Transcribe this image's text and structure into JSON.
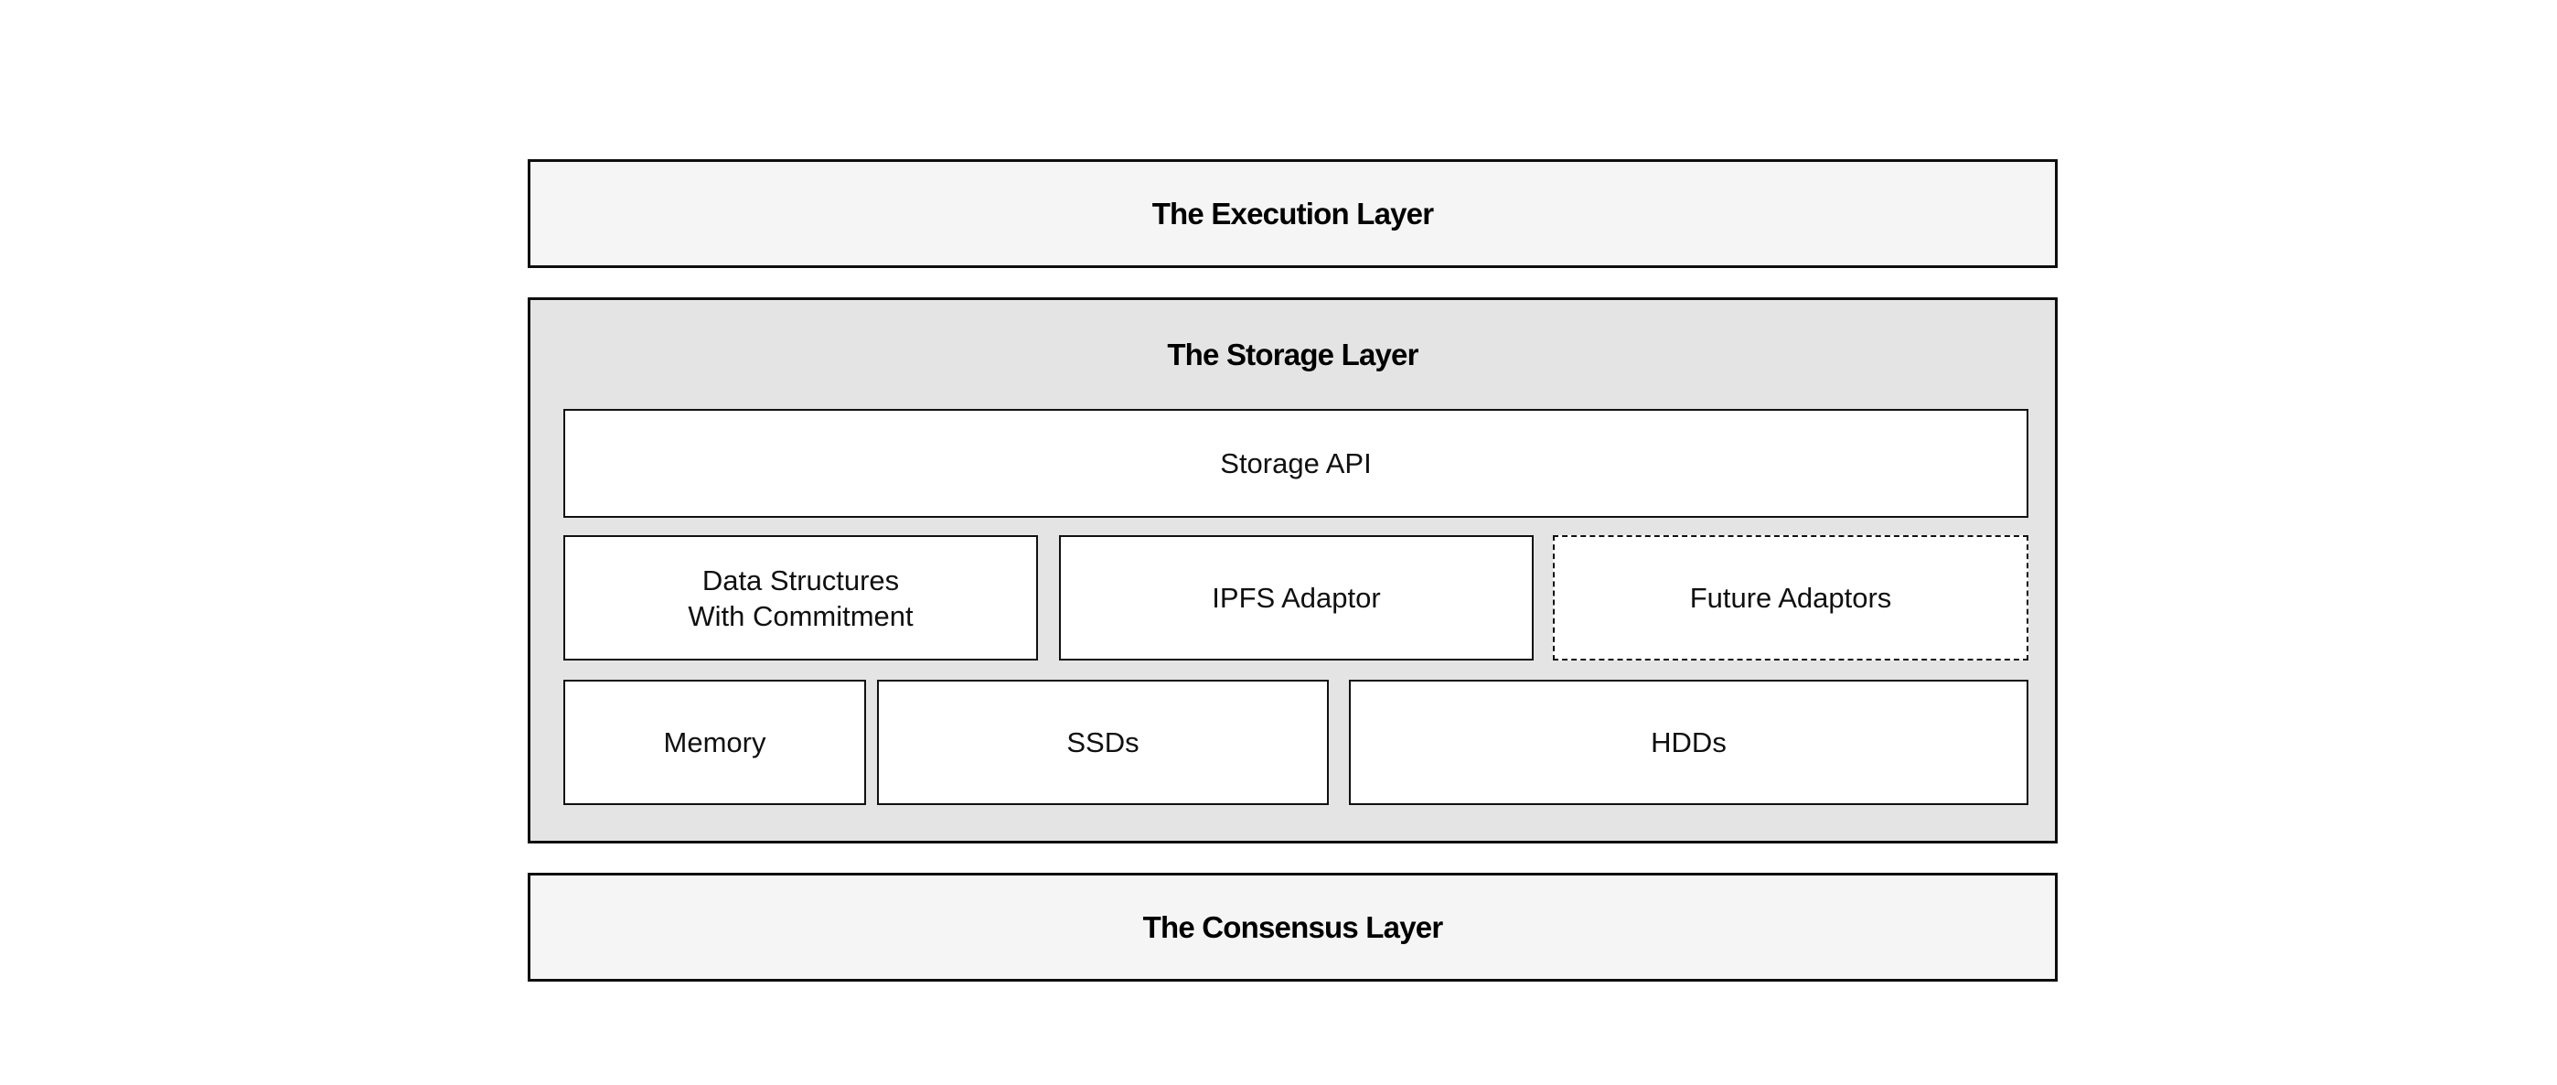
{
  "diagram": {
    "execution": {
      "title": "The Execution Layer"
    },
    "storage": {
      "title": "The Storage Layer",
      "storage_api": {
        "label": "Storage API"
      },
      "data_structures": {
        "line1": "Data Structures",
        "line2": "With Commitment"
      },
      "ipfs_adaptor": {
        "label": "IPFS Adaptor"
      },
      "future_adaptors": {
        "label": "Future Adaptors"
      },
      "memory": {
        "label": "Memory"
      },
      "ssds": {
        "label": "SSDs"
      },
      "hdds": {
        "label": "HDDs"
      }
    },
    "consensus": {
      "title": "The Consensus Layer"
    },
    "colors": {
      "outer_layer_bg": "#f5f5f5",
      "storage_layer_bg": "#e4e4e4",
      "inner_box_bg": "#ffffff",
      "border": "#0e0e0e",
      "text": "#000000"
    }
  }
}
